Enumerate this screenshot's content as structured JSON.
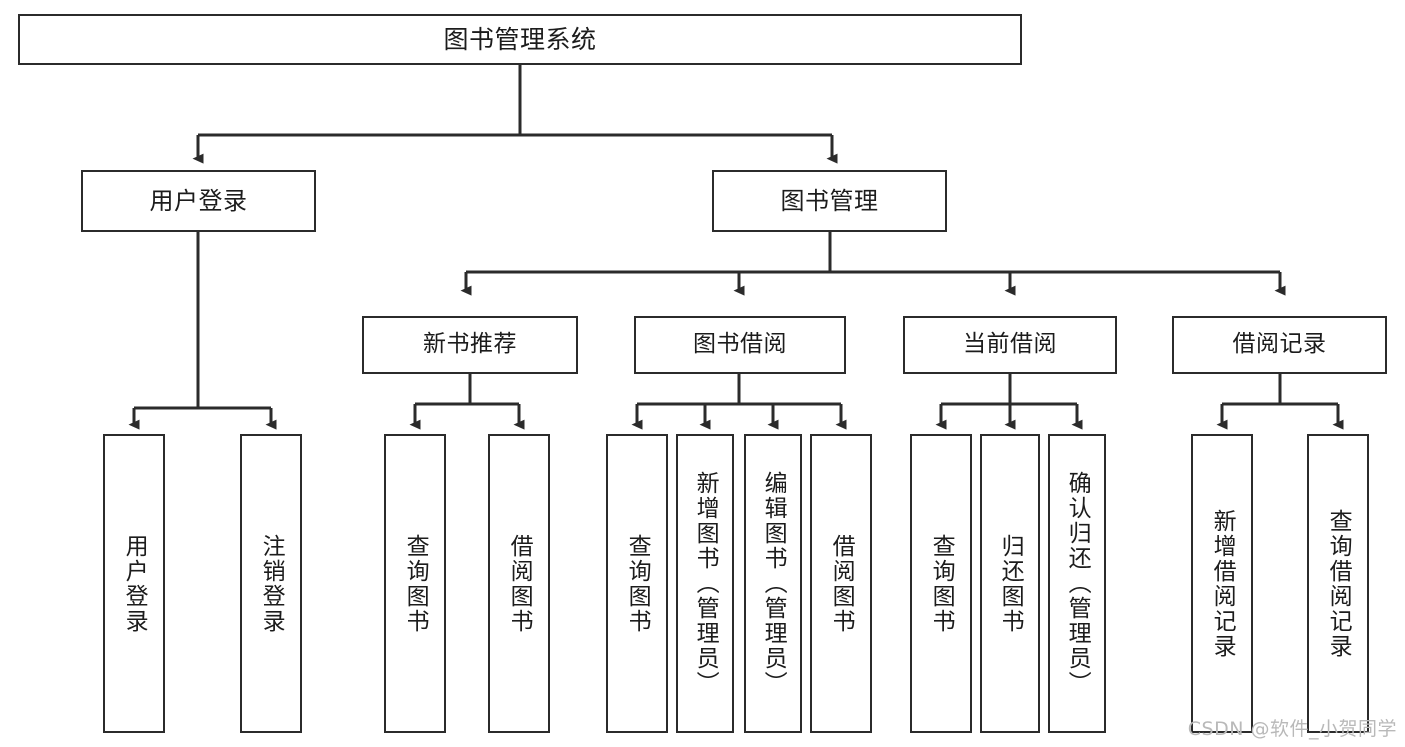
{
  "diagram": {
    "type": "hierarchy-tree",
    "title": "图书管理系统",
    "watermark": "CSDN @软件_小贺同学",
    "colors": {
      "box_border": "#2b2b2b",
      "box_fill": "#ffffff",
      "connector": "#2b2b2b",
      "text": "#1c1c1c",
      "watermark": "#b9b9b9",
      "background": "#ffffff"
    },
    "nodes": {
      "root": {
        "label": "图书管理系统"
      },
      "level2": [
        {
          "id": "user-login",
          "label": "用户登录"
        },
        {
          "id": "book-manage",
          "label": "图书管理"
        }
      ],
      "level3": [
        {
          "id": "new-book-recommend",
          "label": "新书推荐"
        },
        {
          "id": "book-borrow",
          "label": "图书借阅"
        },
        {
          "id": "current-borrow",
          "label": "当前借阅"
        },
        {
          "id": "borrow-record",
          "label": "借阅记录"
        }
      ],
      "leaves": {
        "user-login": [
          {
            "id": "leaf-user-login",
            "label": "用户登录"
          },
          {
            "id": "leaf-logout-login",
            "label": "注销登录"
          }
        ],
        "new-book-recommend": [
          {
            "id": "leaf-query-book-1",
            "label": "查询图书"
          },
          {
            "id": "leaf-borrow-book-1",
            "label": "借阅图书"
          }
        ],
        "book-borrow": [
          {
            "id": "leaf-query-book-2",
            "label": "查询图书"
          },
          {
            "id": "leaf-add-book-admin",
            "label": "新增图书（管理员）"
          },
          {
            "id": "leaf-edit-book-admin",
            "label": "编辑图书（管理员）"
          },
          {
            "id": "leaf-borrow-book-2",
            "label": "借阅图书"
          }
        ],
        "current-borrow": [
          {
            "id": "leaf-query-book-3",
            "label": "查询图书"
          },
          {
            "id": "leaf-return-book",
            "label": "归还图书"
          },
          {
            "id": "leaf-confirm-return-admin",
            "label": "确认归还（管理员）"
          }
        ],
        "borrow-record": [
          {
            "id": "leaf-add-borrow-record",
            "label": "新增借阅记录"
          },
          {
            "id": "leaf-query-borrow-record",
            "label": "查询借阅记录"
          }
        ]
      }
    }
  }
}
